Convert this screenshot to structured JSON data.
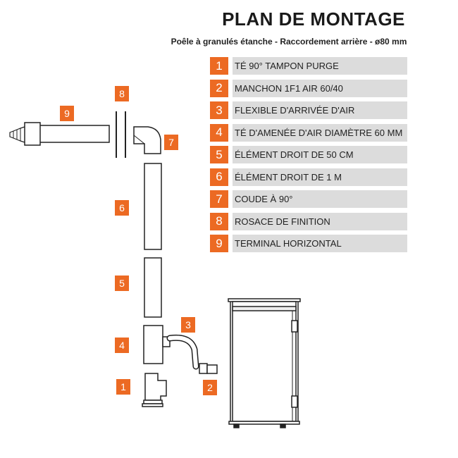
{
  "title": "PLAN DE MONTAGE",
  "subtitle": "Poêle à granulés étanche - Raccordement arrière - ø80 mm",
  "legend": [
    {
      "num": "1",
      "label": "TÉ 90° TAMPON PURGE"
    },
    {
      "num": "2",
      "label": "MANCHON 1F1 AIR 60/40"
    },
    {
      "num": "3",
      "label": "FLEXIBLE D'ARRIVÉE D'AIR"
    },
    {
      "num": "4",
      "label": "TÉ D'AMENÉE D'AIR DIAMÈTRE 60 MM"
    },
    {
      "num": "5",
      "label": "ÉLÉMENT DROIT DE 50 CM"
    },
    {
      "num": "6",
      "label": "ÉLÉMENT DROIT DE 1 M"
    },
    {
      "num": "7",
      "label": "COUDE À 90°"
    },
    {
      "num": "8",
      "label": "ROSACE DE FINITION"
    },
    {
      "num": "9",
      "label": "TERMINAL HORIZONTAL"
    }
  ],
  "badges": {
    "b1": "1",
    "b2": "2",
    "b3": "3",
    "b4": "4",
    "b5": "5",
    "b6": "6",
    "b7": "7",
    "b8": "8",
    "b9": "9"
  },
  "colors": {
    "accent": "#ec6a23",
    "legend_bar": "#dcdcdc",
    "line": "#222222"
  }
}
